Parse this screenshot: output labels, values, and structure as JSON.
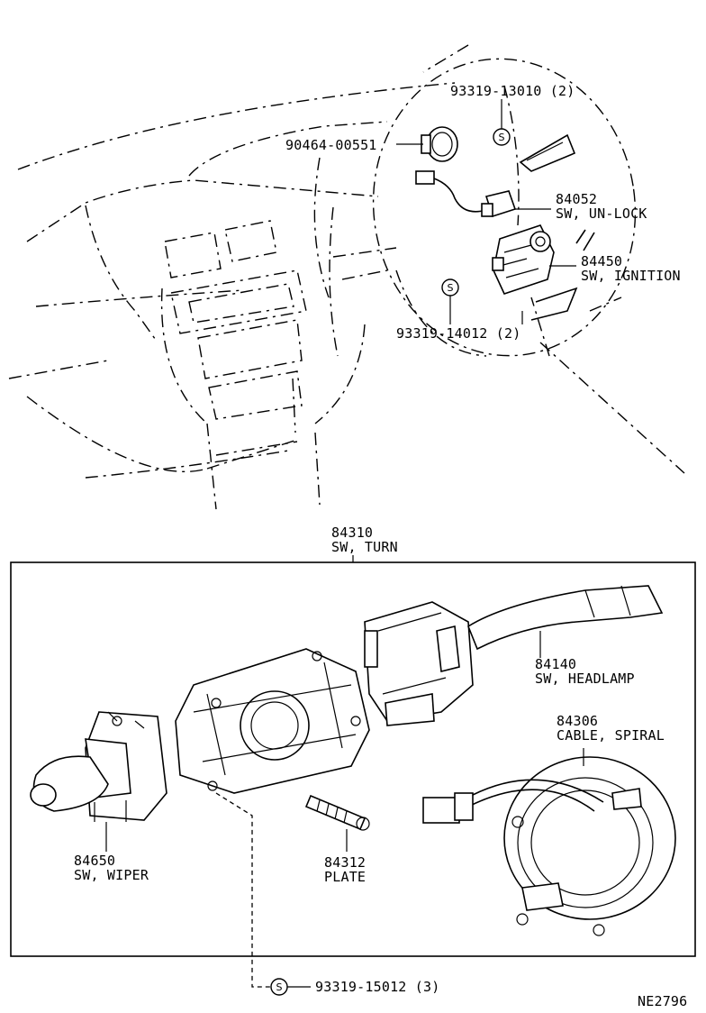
{
  "diagram_id": "NE2796",
  "parts": {
    "screw_top": {
      "number": "93319-13010",
      "qty": "(2)"
    },
    "bolt": {
      "number": "90464-00551"
    },
    "unlock": {
      "number": "84052",
      "name": "SW, UN-LOCK"
    },
    "ignition": {
      "number": "84450",
      "name": "SW, IGNITION"
    },
    "screw_mid": {
      "number": "93319-14012",
      "qty": "(2)"
    },
    "turn": {
      "number": "84310",
      "name": "SW, TURN"
    },
    "headlamp": {
      "number": "84140",
      "name": "SW, HEADLAMP"
    },
    "spiral": {
      "number": "84306",
      "name": "CABLE, SPIRAL"
    },
    "wiper": {
      "number": "84650",
      "name": "SW, WIPER"
    },
    "plate": {
      "number": "84312",
      "name": "PLATE"
    },
    "screw_bottom": {
      "number": "93319-15012",
      "qty": "(3)"
    }
  },
  "symbols": {
    "screw_mark": "S"
  }
}
